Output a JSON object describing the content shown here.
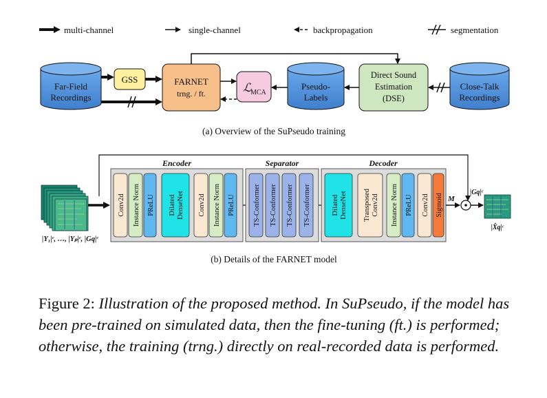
{
  "legend": {
    "multi_channel": "multi-channel",
    "single_channel": "single-channel",
    "backpropagation": "backpropagation",
    "segmentation": "segmentation"
  },
  "overview": {
    "far_field": [
      "Far-Field",
      "Recordings"
    ],
    "gss": "GSS",
    "farnet": [
      "FARNET",
      "trng. / ft."
    ],
    "mca_loss_symbol": "ℒ",
    "mca_loss_subscript": "MCA",
    "pseudo_labels": [
      "Pseudo-",
      "Labels"
    ],
    "dse": [
      "Direct Sound",
      "Estimation",
      "(DSE)"
    ],
    "close_talk": [
      "Close-Talk",
      "Recordings"
    ],
    "caption": "(a) Overview of the SuPseudo training"
  },
  "model": {
    "encoder_title": "Encoder",
    "separator_title": "Separator",
    "decoder_title": "Decoder",
    "encoder_blocks": [
      "Conv2d",
      "Instance Norm",
      "PReLU",
      "Dilated DenseNet",
      "Conv2d",
      "Instance Norm",
      "PReLU"
    ],
    "separator_blocks": [
      "TS-Conformer",
      "TS-Conformer",
      "TS-Conformer",
      "TS-Conformer"
    ],
    "decoder_blocks": [
      "Dilated DenseNet",
      "Transposed Conv2d",
      "Instance Norm",
      "PReLU",
      "Conv2d",
      "Sigmoid"
    ],
    "input_label": "|Y₁|ᶜ, …, |Yₚ|ᶜ, |Gq|ᶜ",
    "mask_label": "M",
    "multiply_symbol": "⊙",
    "gq_label": "|Gq|ᶜ",
    "output_label": "|X̂q|ᶜ",
    "caption": "(b) Details of the FARNET model"
  },
  "figure_caption": {
    "label": "Figure 2:",
    "text": "Illustration of the proposed method. In SuPseudo, if the model has been pre-trained on simulated data, then the fine-tuning (ft.) is performed; otherwise, the training (trng.) directly on real-recorded data is performed."
  },
  "colors": {
    "database": "#4f93dd",
    "gss": "#fff0a0",
    "farnet": "#f7c08a",
    "mca": "#f6cbe0",
    "dse": "#cfe7c0",
    "conv": "#fbe8d2",
    "norm": "#d6ecc4",
    "prelu": "#5fb8ef",
    "densenet": "#1fe3e6",
    "conformer": "#9bb3e8",
    "sigmoid": "#f47b3a",
    "panel": "#dcdcdc"
  }
}
